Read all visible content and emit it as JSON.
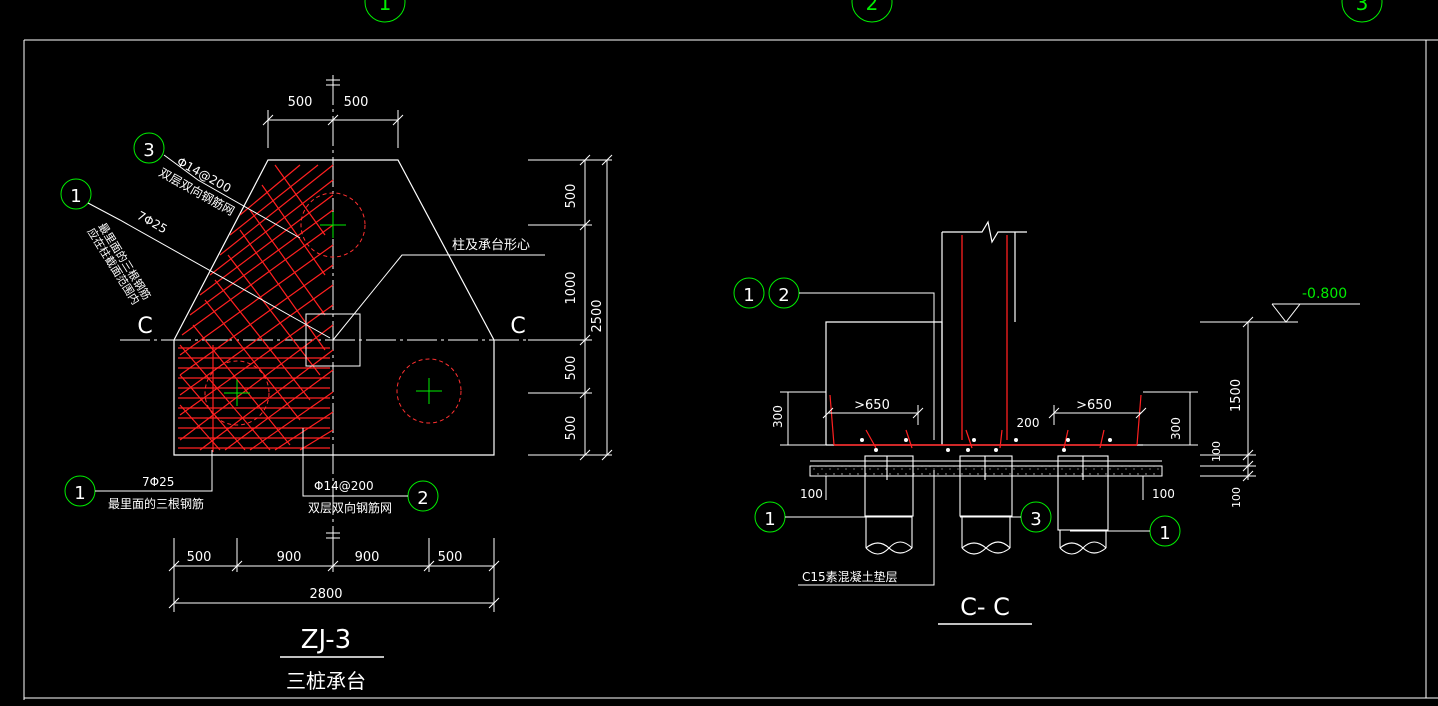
{
  "colors": {
    "background": "#000000",
    "line": "#ffffff",
    "rebar": "#ff2020",
    "marker": "#00ee00",
    "pile": "#ff3030",
    "level": "#00ee00"
  },
  "axis_grid_markers": [
    "1",
    "2",
    "3"
  ],
  "plan": {
    "title": "ZJ-3",
    "subtitle": "三桩承台",
    "section_label_left": "C",
    "section_label_right": "C",
    "centroid_note": "柱及承台形心",
    "dims_top": [
      "500",
      "500"
    ],
    "dims_right": [
      "500",
      "1000",
      "500",
      "500"
    ],
    "dim_right_total": "2500",
    "dims_bottom": [
      "500",
      "900",
      "900",
      "500"
    ],
    "dim_bottom_total": "2800",
    "callouts": {
      "c3": {
        "id": "3",
        "text1": "Φ14@200",
        "text2": "双层双向钢筋网"
      },
      "c1_top": {
        "id": "1",
        "text1": "7Φ25",
        "text2": "最里面的三根钢筋",
        "text3": "应在柱截面范围内"
      },
      "c1_bottom": {
        "id": "1",
        "text1": "7Φ25",
        "text2": "最里面的三根钢筋"
      },
      "c2": {
        "id": "2",
        "text1": "Φ14@200",
        "text2": "双层双向钢筋网"
      }
    }
  },
  "section": {
    "title": "C- C",
    "marker_1": "1",
    "marker_2": "2",
    "marker_3": "3",
    "marker_right": "1",
    "level": "-0.800",
    "left_edge": ">650",
    "right_edge": ">650",
    "h_left": "300",
    "h_right": "300",
    "rebar_200": "200",
    "cover_left": "100",
    "cover_right": "100",
    "dim_1500": "1500",
    "dim_100a": "100",
    "dim_100b": "100",
    "cushion_note": "C15素混凝土垫层"
  }
}
